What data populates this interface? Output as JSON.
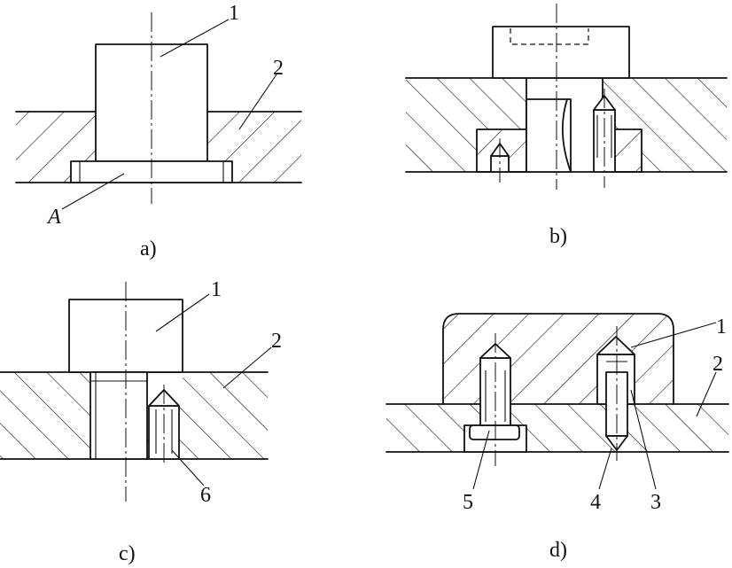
{
  "panels": {
    "a": {
      "caption": "a)",
      "labels": {
        "part1": "1",
        "part2": "2",
        "surfaceA": "A"
      }
    },
    "b": {
      "caption": "b)"
    },
    "c": {
      "caption": "c)",
      "labels": {
        "part1": "1",
        "part2": "2",
        "part6": "6"
      }
    },
    "d": {
      "caption": "d)",
      "labels": {
        "part1": "1",
        "part2": "2",
        "part3": "3",
        "part4": "4",
        "part5": "5"
      }
    }
  },
  "colors": {
    "line": "#111111",
    "background": "#ffffff"
  }
}
